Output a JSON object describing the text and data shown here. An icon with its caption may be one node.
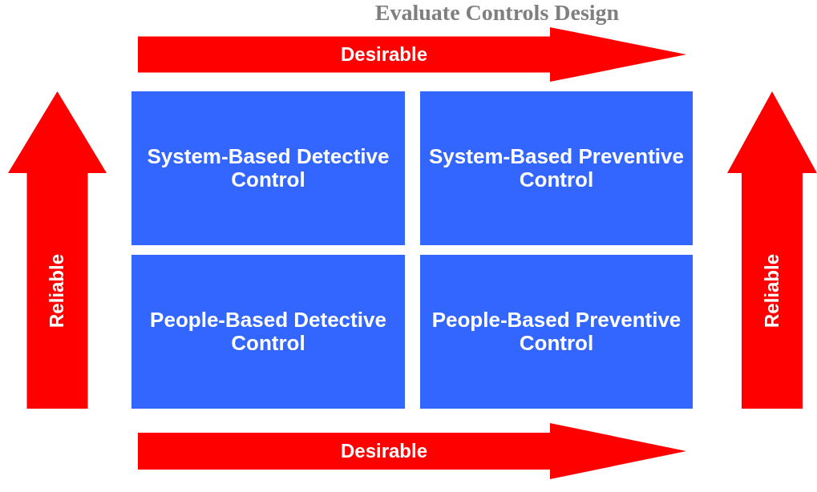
{
  "diagram": {
    "title": "Evaluate Controls Design",
    "nodes": [
      {
        "text": [
          "Desirable"
        ]
      },
      {
        "text": [
          "Reliable"
        ]
      },
      {
        "text": [
          "System-Based Detective Control"
        ]
      },
      {
        "text": [
          "System-Based Preventive Control"
        ]
      },
      {
        "text": [
          "People-Based Detective Control"
        ]
      },
      {
        "text": [
          "People-Based Preventive Control"
        ]
      },
      {
        "text": [
          "Reliable"
        ]
      },
      {
        "text": [
          "Desirable"
        ]
      }
    ]
  }
}
